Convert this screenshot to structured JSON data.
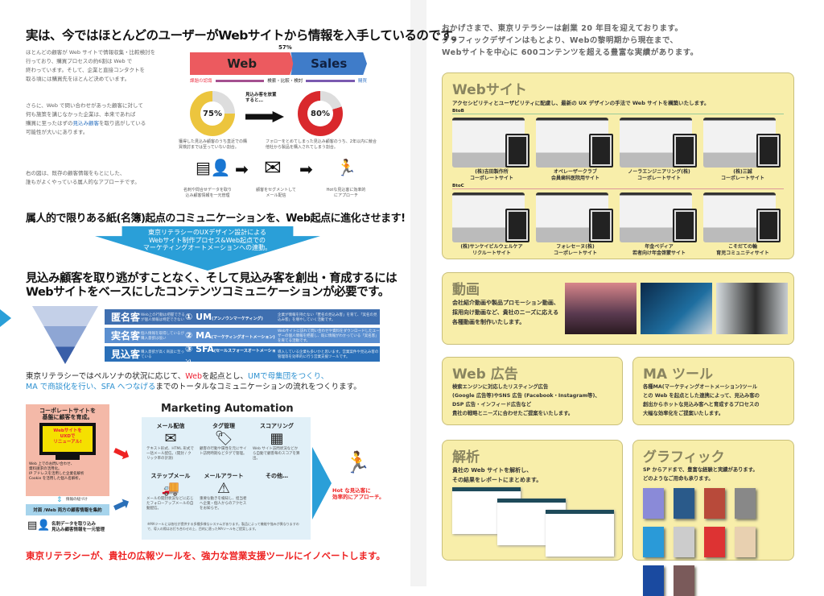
{
  "left": {
    "title": "実は、今ではほとんどのユーザーがWebサイトから情報を入手しているのです。",
    "para1": [
      "ほとんどの顧客が Web サイトで情報収集・比較検討を",
      "行っており、購買プロセスの約6割は Web で",
      "終わっています。そして、企業と直接コンタクトを",
      "取る頃には購買先をほとんど決めています。"
    ],
    "para2_pre": [
      "さらに、Web で問い合わせがあった顧客に対して",
      "何も施策を講じなかった企業は、本来であれば",
      "購買に至ったはずの"
    ],
    "para2_link": "見込み顧客",
    "para2_post": [
      "を取り逃がしている",
      "可能性が大いにあります。"
    ],
    "para3": [
      "右の図は、既存の顧客情報をもとにした、",
      "誰もがよくやっている属人的なアプローチです。"
    ],
    "bar": {
      "percent_label": "57%",
      "web": "Web",
      "sales": "Sales",
      "step1": "課題の認識",
      "step2": "検索・比較・検討",
      "step3": "購買",
      "web_share": 57,
      "web_color": "#ec5a5f",
      "sales_color": "#3f7cc9"
    },
    "donut1": {
      "label": "75%",
      "value": 75,
      "caption": "獲得した見込み顧客のうち直近での購買検討までは至っていない割合。",
      "color": "#ecc53e"
    },
    "arrow_text": "見込み客を放置すると…",
    "donut2": {
      "label": "80%",
      "value": 80,
      "caption": "フォローをとめてしまった見込み顧客のうち、2年以内に競合他社から製品を購入されてしまう割合。",
      "color": "#d9282c"
    },
    "flow_captions": [
      "名刺や問合せデータを取り込み顧客情報を一元管理",
      "顧客をセグメントしてメール配信",
      "Hotな見込客に効率的にアプローチ"
    ],
    "heading2": "属人的で限りある紙(名簿)起点のコミュニケーションを、Web起点に進化させます!",
    "blue_arrow": [
      "東京リテラシーのUXデザイン設計による",
      "Webサイト制作プロセス&Web起点での",
      "マーケティングオートメーションへの連動。"
    ],
    "heading3": [
      "見込み顧客を取り逃がすことなく、そして見込み客を創出・育成するには",
      "Webサイトをベースにしたコンテンツコミュニケーションが必要です。"
    ],
    "stages": [
      {
        "name": "匿名客",
        "desc": "Web上の行動は把握できるが個人情報は特定できない",
        "step": "① UM",
        "sub": "(アンノウンマーケティング)",
        "explain": "企業が情報を持たない「匿名の見込み客」を育て、「実名の見込み客」を増やしていく活動です。",
        "color": "#3f6fb0"
      },
      {
        "name": "実名客",
        "desc": "個人情報を取得しているが購入意欲は低い",
        "step": "② MA",
        "sub": "(マーケティングオートメーション)",
        "explain": "Webサイトに訪れて問い合わせや資料をダウンロードしたユーザーの個人情報を把握し、既に情報がわかっている「実名客」を育てる活動です。",
        "color": "#5b8fd0"
      },
      {
        "name": "見込客",
        "desc": "購入意欲が高く商談に至っている",
        "step": "③ SFA",
        "sub": "(セールスフォースオートメーション)",
        "explain": "導入している企業も多いかと思います。営業案件や見込み客の管理等を効率的に行う営業支援ツールです。",
        "color": "#2a6fb8"
      }
    ],
    "summary_1": "東京リテラシーではペルソナの状況に応じて、",
    "summary_web": "Web",
    "summary_2": "を起点とし、",
    "summary_um": "UMで母集団をつくり、",
    "summary_ma": "MA で商談化を行い、SFA へつなげる",
    "summary_3": "までのトータルなコミュニケーションの流れをつくります。",
    "corp_box": {
      "title": [
        "コーポレートサイトを",
        "基盤に顧客を育成。"
      ],
      "screen": [
        "Webサイトを",
        "UXDで",
        "リニューアル!"
      ],
      "desc": [
        "Web 上でのお問い合わせ、",
        "資料請求の活用化。",
        "IP アドレスを活用した企業名解析",
        "Cookie を活用した個人名解析。"
      ]
    },
    "link_label": "情報の紐づけ",
    "merge_label": "対面 /Web 両方の顧客情報を集約",
    "card_label": [
      "名刺データを取り込み",
      "見込み顧客情報を一元管理"
    ],
    "ma_title": "Marketing Automation",
    "ma_items": [
      {
        "title": "メール配信",
        "caption": "テキスト形式、HTML 形式で一括メール配信。(開封 / クリック率の計測)"
      },
      {
        "title": "タグ管理",
        "caption": "顧客の行動や属性を元にサイト訪問時期などタグで管理。"
      },
      {
        "title": "スコアリング",
        "caption": "Web サイト訪問状況などから自動で顧客毎のスコアを算出。"
      },
      {
        "title": "ステップメール",
        "caption": "メールの開封状況などに応じたフォローアップメールの自動配信。"
      },
      {
        "title": "メールアラート",
        "caption": "重要な動きを検知し、担当者へ企業・個人からのアクセスをお知らせ。"
      },
      {
        "title": "その他…",
        "caption": ""
      }
    ],
    "ma_note": "※MAツールには各社が提供する多種多様なシステムがあります。製品によって機能や強みが異なりますので、導入の際はお打ち合わせの上、目的に適ったMAツールをご提案します。",
    "hot_label": [
      "Hot な見込客に",
      "効率的にアプローチ。"
    ],
    "footer": "東京リテラシーが、貴社の広報ツールを、強力な営業支援ツールにイノベートします。"
  },
  "right": {
    "intro": [
      "おかげさまで、東京リテラシーは創業 20 年目を迎えております。",
      "グラフィックデザインはもとより、Webの黎明期から現在まで、",
      "Webサイトを中心に 600コンテンツを超える豊富な実績があります。"
    ],
    "web": {
      "title": "Webサイト",
      "desc": "アクセシビリティとユーザビリティに配慮し、最新の UX デザインの手法で Web サイトを構築いたします。",
      "btob_label": "BtoB",
      "btoc_label": "BtoC",
      "btob": [
        [
          "(株)吉田製作所",
          "コーポレートサイト"
        ],
        [
          "オペレーザークラブ",
          "会員歯科医院用サイト"
        ],
        [
          "ノーラエンジニアリング(株)",
          "コーポレートサイト"
        ],
        [
          "(株)三誠",
          "コーポレートサイト"
        ]
      ],
      "btoc": [
        [
          "(株)サンケイビルウェルケア",
          "リクルートサイト"
        ],
        [
          "フォレセーヌ(株)",
          "コーポレートサイト"
        ],
        [
          "年金ペディア",
          "若者向け年金啓蒙サイト"
        ],
        [
          "こそだての輪",
          "育児コミュニティサイト"
        ]
      ]
    },
    "video": {
      "title": "動画",
      "desc": [
        "会社紹介動画や製品プロモーション動画、",
        "採用向け動画など、貴社のニーズに応える",
        "各種動画を制作いたします。"
      ]
    },
    "ads": {
      "title": "Web 広告",
      "desc": [
        "検索エンジンに対応したリスティング広告",
        "(Google 広告等)やSNS 広告 (Facebook・Instagram等)、",
        "DSP 広告・インフィード広告など",
        "貴社の戦略とニーズに合わせたご提案をいたします。"
      ]
    },
    "ma": {
      "title": "MA ツール",
      "desc": [
        "各種MA(マーケティングオートメーション)ツール",
        "との Web を起点とした連携によって、見込み客の",
        "創出からホットな見込み客へと育成するプロセスの",
        "大幅な効率化をご提案いたします。"
      ]
    },
    "analysis": {
      "title": "解析",
      "desc": [
        "貴社の Web サイトを解析し、",
        "その結果をレポートにまとめます。"
      ]
    },
    "graphic": {
      "title": "グラフィック",
      "desc": [
        "SP からアドまで、豊富な経験と実績があります。",
        "どのようなご用命も承ります。"
      ]
    }
  }
}
